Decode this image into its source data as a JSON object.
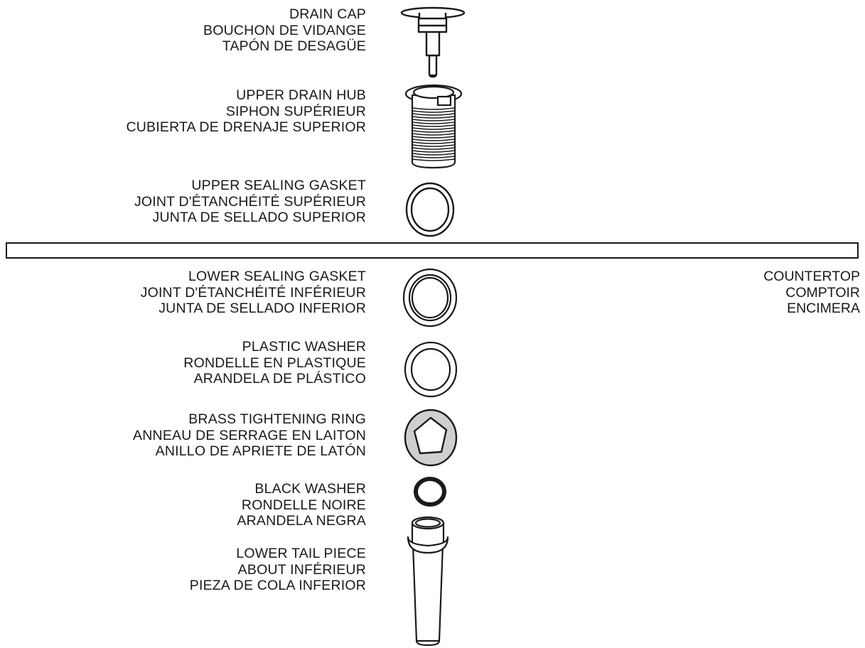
{
  "parts": [
    {
      "id": "drain_cap",
      "en": "DRAIN CAP",
      "fr": "BOUCHON DE VIDANGE",
      "es": "TAPÓN DE DESAGÜE"
    },
    {
      "id": "upper_drain_hub",
      "en": "UPPER DRAIN HUB",
      "fr": "SIPHON SUPÉRIEUR",
      "es": "CUBIERTA DE DRENAJE SUPERIOR"
    },
    {
      "id": "upper_sealing_gasket",
      "en": "UPPER SEALING GASKET",
      "fr": "JOINT D'ÉTANCHÉITÉ SUPÉRIEUR",
      "es": "JUNTA DE SELLADO SUPERIOR"
    },
    {
      "id": "lower_sealing_gasket",
      "en": "LOWER SEALING GASKET",
      "fr": "JOINT D'ÉTANCHÉITÉ INFÉRIEUR",
      "es": "JUNTA DE SELLADO INFERIOR"
    },
    {
      "id": "plastic_washer",
      "en": "PLASTIC WASHER",
      "fr": "RONDELLE EN PLASTIQUE",
      "es": "ARANDELA DE PLÁSTICO"
    },
    {
      "id": "brass_tightening_ring",
      "en": "BRASS TIGHTENING RING",
      "fr": "ANNEAU DE SERRAGE EN LAITON",
      "es": "ANILLO DE APRIETE DE LATÓN"
    },
    {
      "id": "black_washer",
      "en": "BLACK WASHER",
      "fr": "RONDELLE NOIRE",
      "es": "ARANDELA NEGRA"
    },
    {
      "id": "lower_tail_piece",
      "en": "LOWER TAIL PIECE",
      "fr": "ABOUT INFÉRIEUR",
      "es": "PIEZA DE COLA INFERIOR"
    }
  ],
  "countertop": {
    "en": "COUNTERTOP",
    "fr": "COMPTOIR",
    "es": "ENCIMERA"
  },
  "colors": {
    "line": "#1a1a1a",
    "brass_fill": "#cfcfcf",
    "background": "#ffffff"
  }
}
